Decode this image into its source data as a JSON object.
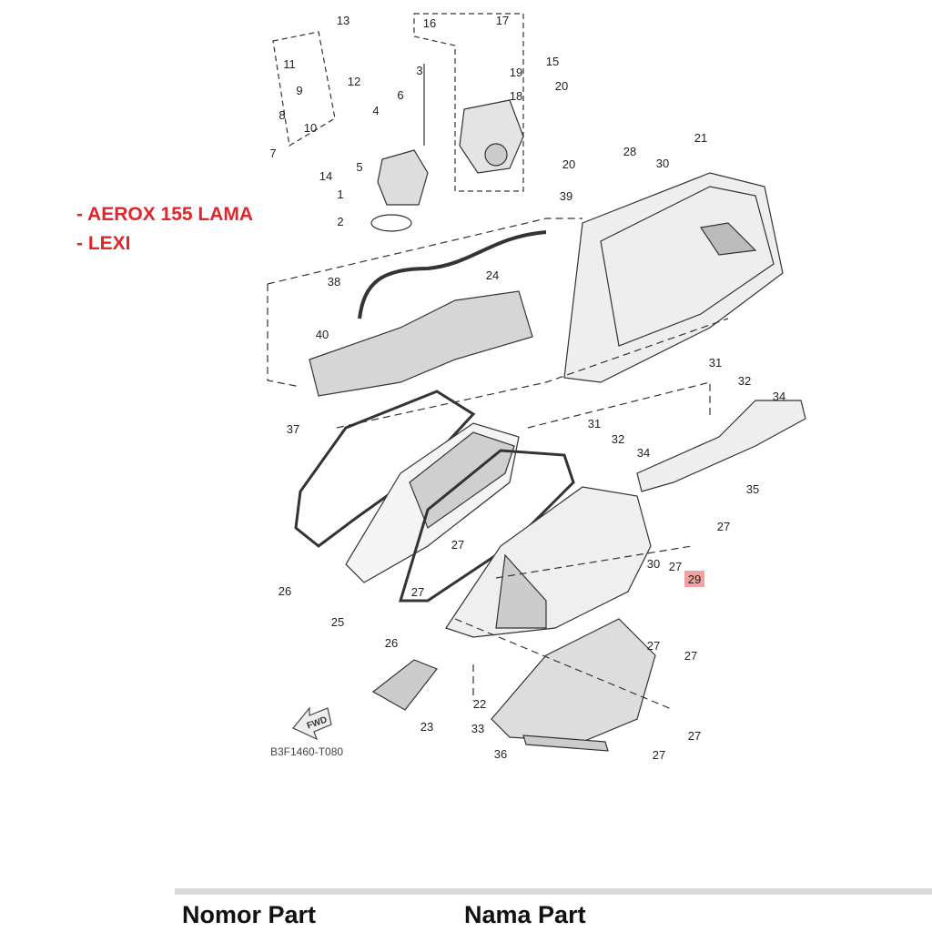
{
  "notes": [
    "- AEROX 155 LAMA",
    "- LEXI"
  ],
  "diagram": {
    "code": "B3F1460-T080",
    "fwd_label": "FWD",
    "highlight_color": "#f4a0a0",
    "callouts": [
      "13",
      "11",
      "12",
      "9",
      "8",
      "10",
      "7",
      "14",
      "4",
      "6",
      "5",
      "3",
      "1",
      "2",
      "16",
      "17",
      "15",
      "19",
      "18",
      "20",
      "20",
      "28",
      "30",
      "21",
      "39",
      "38",
      "24",
      "40",
      "37",
      "31",
      "32",
      "34",
      "31",
      "32",
      "34",
      "35",
      "27",
      "27",
      "30",
      "27",
      "29",
      "26",
      "27",
      "25",
      "26",
      "27",
      "27",
      "22",
      "23",
      "33",
      "27",
      "36",
      "27"
    ],
    "highlighted_callout": "29"
  },
  "table": {
    "headers": [
      "Nomor Part",
      "Nama Part"
    ]
  }
}
